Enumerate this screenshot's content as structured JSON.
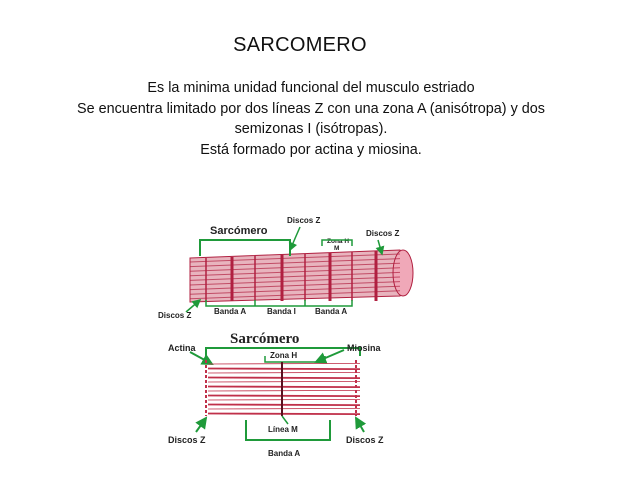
{
  "slide": {
    "title": "SARCOMERO",
    "lines": [
      "Es la minima unidad funcional del musculo estriado",
      "Se encuentra limitado por dos líneas Z con una zona A (anisótropa) y dos",
      "semizonas I (isótropas).",
      "Está formado por actina y miosina."
    ]
  },
  "figure_top": {
    "sarcomero": "Sarcómero",
    "discos_z_top": "Discos Z",
    "zona_h": "Zona H",
    "m": "M",
    "discos_z_right": "Discos Z",
    "discos_z_left": "Discos Z",
    "banda_a_left": "Banda A",
    "banda_i": "Banda I",
    "banda_a_right": "Banda A"
  },
  "figure_bottom": {
    "sarcomero": "Sarcómero",
    "actina": "Actina",
    "zona_h": "Zona H",
    "miosina": "Miosina",
    "linea_m": "Línea M",
    "discos_z_left": "Discos Z",
    "discos_z_right": "Discos Z",
    "banda_a": "Banda A"
  },
  "colors": {
    "muscle_fill": "#e8b4be",
    "muscle_stripe": "#b02040",
    "label_green": "#1f9a3a",
    "filament": "#c0304a"
  }
}
